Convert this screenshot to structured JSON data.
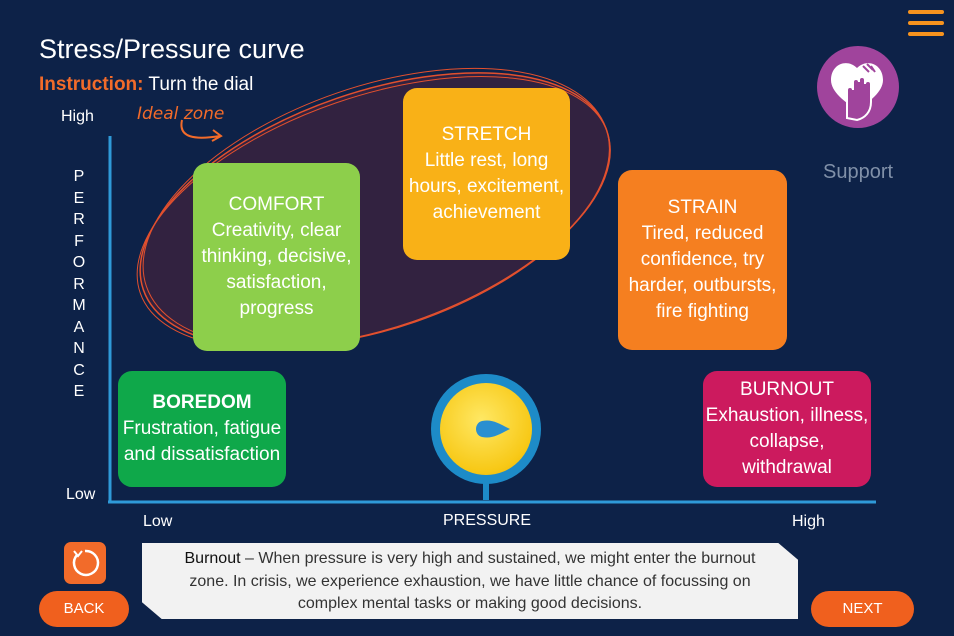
{
  "header": {
    "title": "Stress/Pressure curve",
    "instruction_label": "Instruction:",
    "instruction_text": " Turn the dial"
  },
  "menu": {
    "icon": "hamburger-menu-icon"
  },
  "support": {
    "label": "Support",
    "icon": "helping-hand-icon"
  },
  "chart": {
    "y_high": "High",
    "y_low": "Low",
    "y_axis_letters": [
      "P",
      "E",
      "R",
      "F",
      "O",
      "R",
      "M",
      "A",
      "N",
      "C",
      "E"
    ],
    "x_low": "Low",
    "x_label": "PRESSURE",
    "x_high": "High",
    "ideal_zone_label": "Ideal zone",
    "colors": {
      "axis": "#2f9ad8",
      "ellipse": "#e2502e",
      "accent": "#f26b2a"
    }
  },
  "zones": {
    "boredom": {
      "title": "BOREDOM",
      "desc": "Frustration, fatigue and dissatisfaction",
      "color": "#0fa84a"
    },
    "comfort": {
      "title": "COMFORT",
      "desc": "Creativity, clear thinking, decisive, satisfaction, progress",
      "color": "#8dcf4b"
    },
    "stretch": {
      "title": "STRETCH",
      "desc": "Little rest, long hours, excitement, achievement",
      "color": "#f9b117"
    },
    "strain": {
      "title": "STRAIN",
      "desc": "Tired, reduced confidence, try harder, outbursts, fire fighting",
      "color": "#f57f20"
    },
    "burnout": {
      "title": "BURNOUT",
      "desc": "Exhaustion, illness, collapse, withdrawal",
      "color": "#cc1a5e"
    }
  },
  "dial": {
    "icon": "dial-pointer-icon"
  },
  "info": {
    "term": "Burnout",
    "text": " – When pressure is very high and sustained, we might enter the burnout zone. In crisis, we experience exhaustion, we have little chance of focussing on complex mental tasks or making good decisions."
  },
  "nav": {
    "back_label": "BACK",
    "next_label": "NEXT",
    "reset_icon": "reset-icon"
  }
}
